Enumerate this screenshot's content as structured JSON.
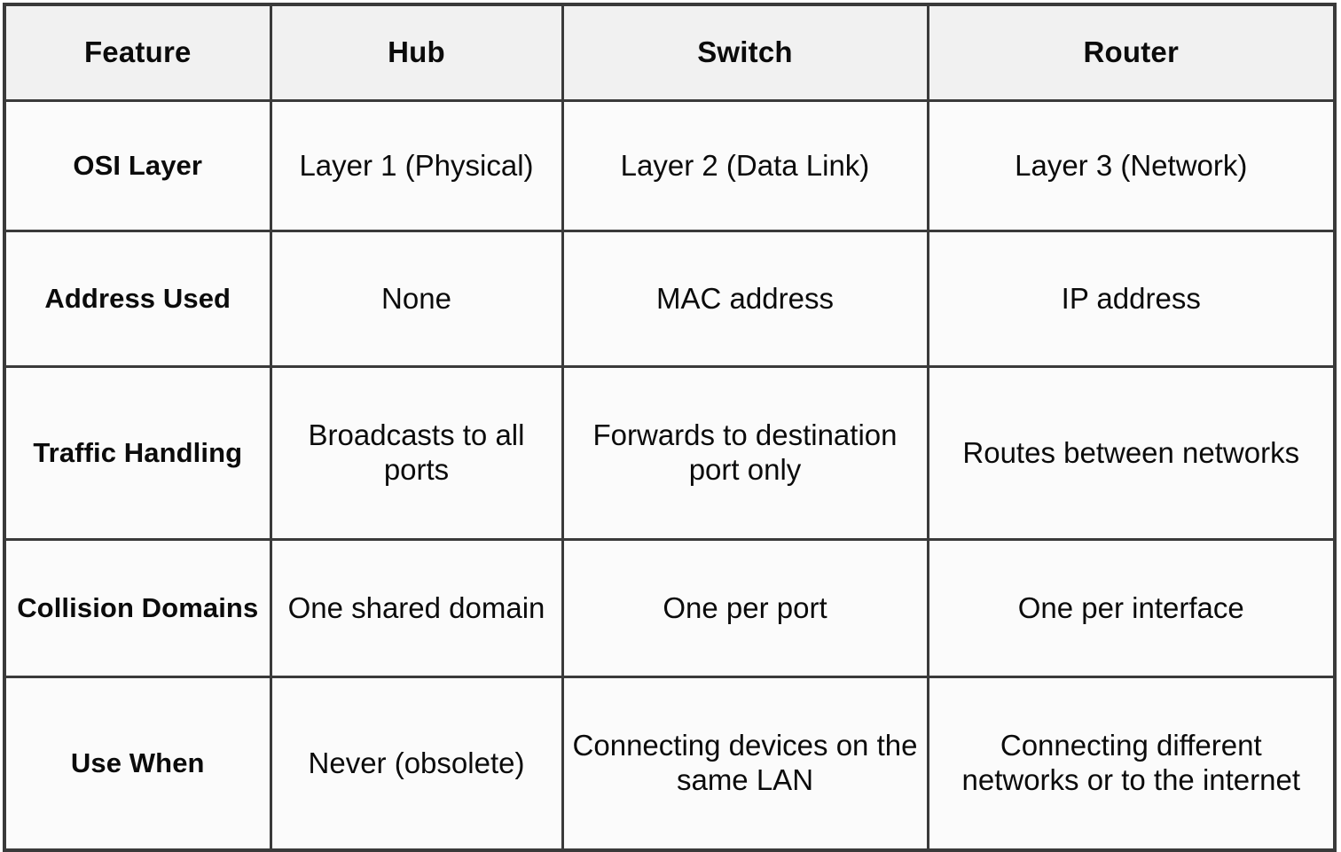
{
  "table": {
    "name": "network-device-comparison",
    "columns": [
      "Feature",
      "Hub",
      "Switch",
      "Router"
    ],
    "header": {
      "feature": "Feature",
      "hub": "Hub",
      "switch": "Switch",
      "router": "Router"
    },
    "rows": [
      {
        "key": "osi-layer",
        "feature": "OSI Layer",
        "hub": "Layer 1 (Physical)",
        "switch": "Layer 2 (Data Link)",
        "router": "Layer 3 (Network)"
      },
      {
        "key": "address-used",
        "feature": "Address Used",
        "hub": "None",
        "switch": "MAC address",
        "router": "IP address"
      },
      {
        "key": "traffic-handling",
        "feature": "Traffic Handling",
        "hub": "Broadcasts to all ports",
        "switch": "Forwards to destination port only",
        "router": "Routes between networks"
      },
      {
        "key": "collision-domains",
        "feature": "Collision Domains",
        "hub": "One shared domain",
        "switch": "One per port",
        "router": "One per interface"
      },
      {
        "key": "use-when",
        "feature": "Use When",
        "hub": "Never (obsolete)",
        "switch": "Connecting devices on the same LAN",
        "router": "Connecting different networks or to the internet"
      }
    ]
  },
  "colors": {
    "border": "#3a3a3a",
    "header_background": "#f1f1f1",
    "cell_background": "#fbfbfb",
    "text": "#0b0b0b"
  }
}
